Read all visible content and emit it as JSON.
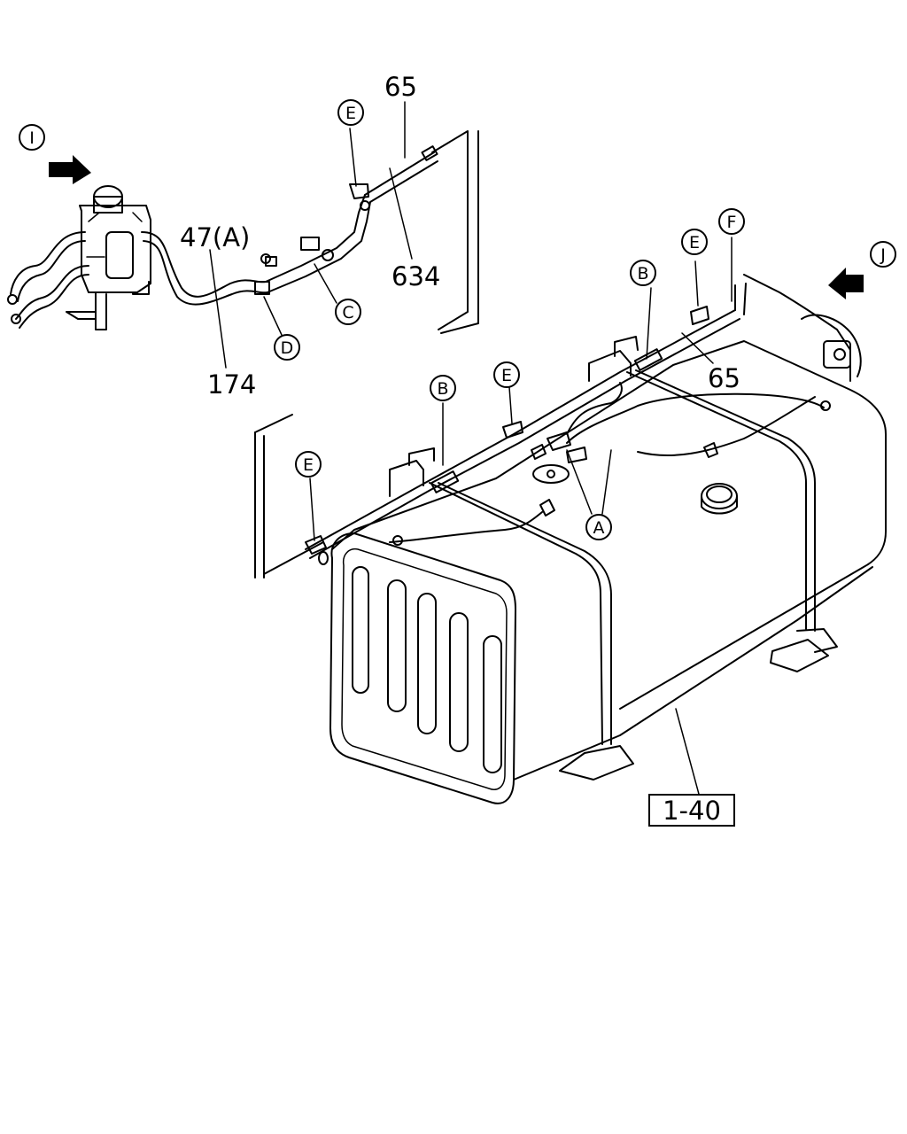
{
  "views": {
    "left": "I",
    "right": "J"
  },
  "clamps": {
    "a": "A",
    "b": "B",
    "c": "C",
    "d": "D",
    "e": "E",
    "f": "F"
  },
  "parts": {
    "p65": "65",
    "p634": "634",
    "p47a": "47(A)",
    "p174": "174",
    "p65b": "65"
  },
  "reference": "1-40"
}
